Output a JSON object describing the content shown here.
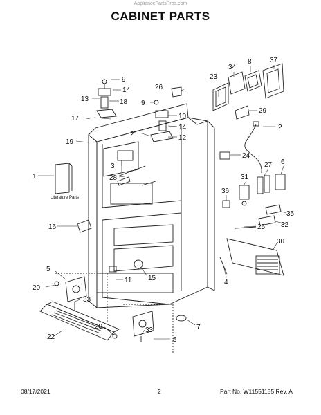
{
  "header": {
    "watermark": "AppliancePartsPros.com",
    "title": "CABINET PARTS"
  },
  "callouts": {
    "c1": "1",
    "c2": "2",
    "c3": "3",
    "c4": "4",
    "c5a": "5",
    "c5b": "5",
    "c6": "6",
    "c7": "7",
    "c8": "8",
    "c9a": "9",
    "c9b": "9",
    "c10": "10",
    "c11": "11",
    "c12": "12",
    "c13": "13",
    "c14a": "14",
    "c14b": "14",
    "c15": "15",
    "c16": "16",
    "c17": "17",
    "c18": "18",
    "c19": "19",
    "c20a": "20",
    "c20b": "20",
    "c21": "21",
    "c22": "22",
    "c23": "23",
    "c24": "24",
    "c25": "25",
    "c26": "26",
    "c27": "27",
    "c28": "28",
    "c29": "29",
    "c30": "30",
    "c31": "31",
    "c32": "32",
    "c33a": "33",
    "c33b": "33",
    "c34": "34",
    "c35": "35",
    "c36": "36",
    "c37": "37"
  },
  "literature_label": "Literature Parts",
  "footer": {
    "date": "08/17/2021",
    "page": "2",
    "part_number": "Part No. W11551155  Rev. A"
  }
}
